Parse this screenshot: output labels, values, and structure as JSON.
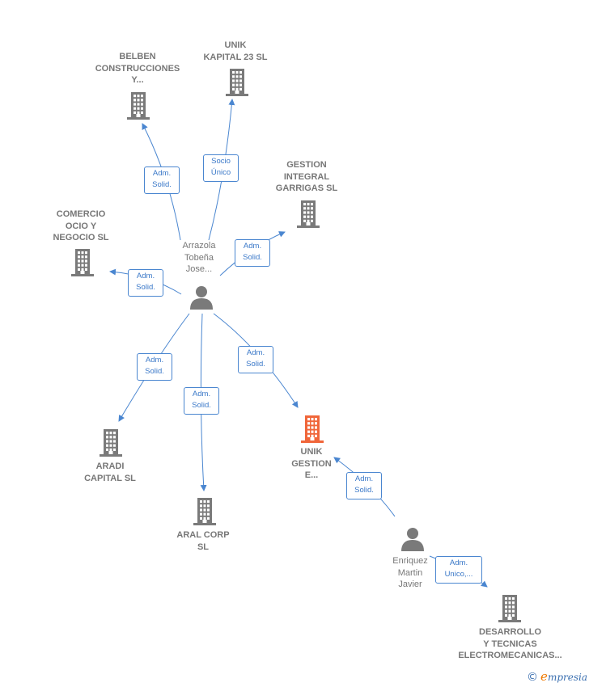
{
  "colors": {
    "company": "#7a7a7a",
    "company_highlight": "#f0663a",
    "person": "#7a7a7a",
    "edge": "#4a86d0",
    "edge_label_text": "#3a78c8"
  },
  "nodes": [
    {
      "id": "belben",
      "kind": "company",
      "label": "BELBEN\nCONSTRUCCIONES\nY..."
    },
    {
      "id": "unik_kapital",
      "kind": "company",
      "label": "UNIK\nKAPITAL 23  SL"
    },
    {
      "id": "gestion_integral",
      "kind": "company",
      "label": "GESTION\nINTEGRAL\nGARRIGAS  SL"
    },
    {
      "id": "comercio_ocio",
      "kind": "company",
      "label": "COMERCIO\nOCIO Y\nNEGOCIO  SL"
    },
    {
      "id": "arrazola",
      "kind": "person",
      "label": "Arrazola\nTobeña\nJose..."
    },
    {
      "id": "aradi",
      "kind": "company",
      "label": "ARADI\nCAPITAL  SL"
    },
    {
      "id": "aral",
      "kind": "company",
      "label": "ARAL CORP\nSL"
    },
    {
      "id": "unik_gestion",
      "kind": "company",
      "highlight": true,
      "label": "UNIK\nGESTION\nE..."
    },
    {
      "id": "enriquez",
      "kind": "person",
      "label": "Enriquez\nMartin\nJavier"
    },
    {
      "id": "desarrollo",
      "kind": "company",
      "label": "DESARROLLO\nY TECNICAS\nELECTROMECANICAS..."
    }
  ],
  "edges": [
    {
      "from": "arrazola",
      "to": "belben",
      "label": "Adm.\nSolid."
    },
    {
      "from": "arrazola",
      "to": "unik_kapital",
      "label": "Socio\nÚnico"
    },
    {
      "from": "arrazola",
      "to": "gestion_integral",
      "label": "Adm.\nSolid."
    },
    {
      "from": "arrazola",
      "to": "comercio_ocio",
      "label": "Adm.\nSolid."
    },
    {
      "from": "arrazola",
      "to": "aradi",
      "label": "Adm.\nSolid."
    },
    {
      "from": "arrazola",
      "to": "aral",
      "label": "Adm.\nSolid."
    },
    {
      "from": "arrazola",
      "to": "unik_gestion",
      "label": "Adm.\nSolid."
    },
    {
      "from": "enriquez",
      "to": "unik_gestion",
      "label": "Adm.\nSolid."
    },
    {
      "from": "enriquez",
      "to": "desarrollo",
      "label": "Adm.\nUnico,..."
    }
  ],
  "brand": {
    "copyright": "©",
    "first_letter": "e",
    "rest": "mpresia"
  }
}
